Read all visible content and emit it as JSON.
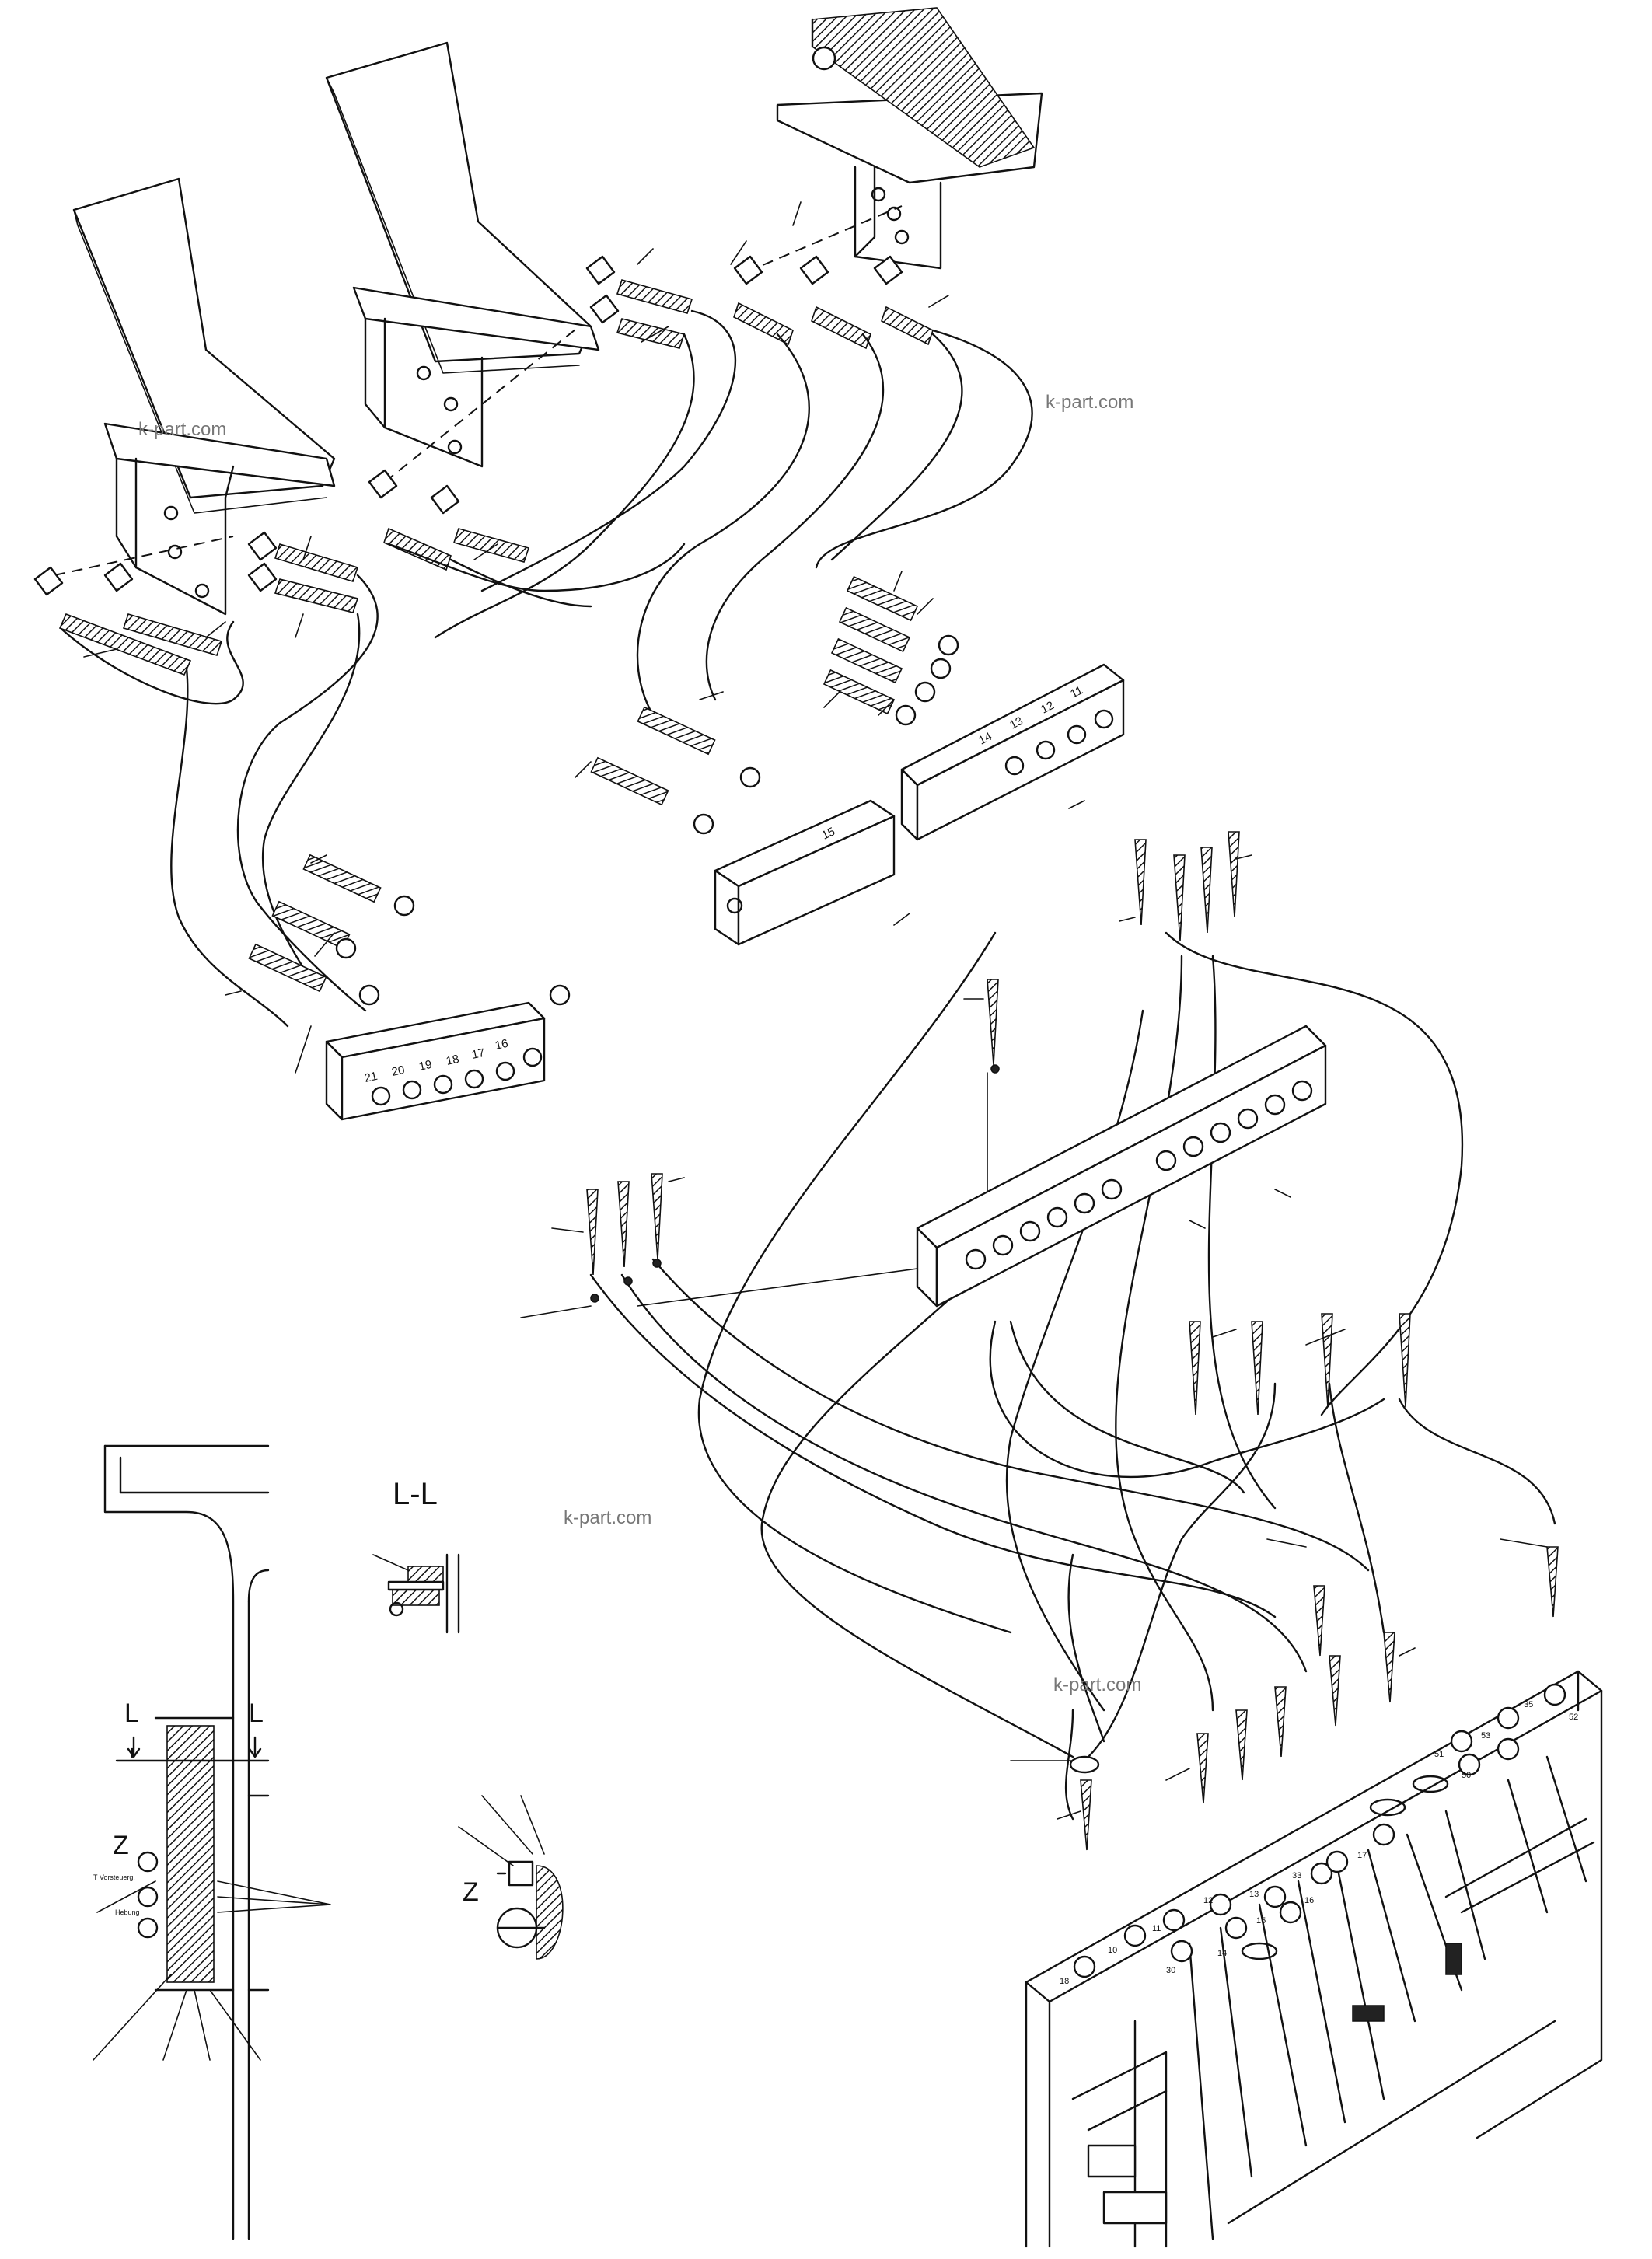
{
  "watermarks": [
    "k-part.com",
    "k-part.com",
    "k-part.com",
    "k-part.com"
  ],
  "section_views": {
    "section_title": "L-L",
    "marker_left": "L",
    "marker_right": "L",
    "detail_left": "Z",
    "detail_right": "Z",
    "small_label_1": "T Vorsteuerg.",
    "small_label_2": "Hebung"
  },
  "manifold_a_ports": [
    "14",
    "13",
    "12",
    "11"
  ],
  "manifold_b_ports": [
    "15"
  ],
  "manifold_c_ports": [
    "21",
    "20",
    "19",
    "18",
    "17",
    "16"
  ],
  "panel_ports_row_low": [
    "18",
    "10",
    "11",
    "30",
    "12",
    "14",
    "13",
    "15",
    "33",
    "16",
    "17"
  ],
  "panel_ports_row_high": [
    "51",
    "50",
    "53",
    "52",
    "35"
  ]
}
